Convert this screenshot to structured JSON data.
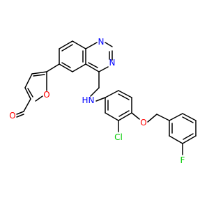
{
  "atom_colors": {
    "C": "#000000",
    "N": "#0000ff",
    "O": "#ff0000",
    "Cl": "#00cc00",
    "F": "#00cc00"
  },
  "labels": {
    "quinazoline_n1": "N",
    "quinazoline_n3": "N",
    "amine_nh": "N",
    "amine_h": "H",
    "furan_o": "O",
    "aldehyde_o": "O",
    "chloro": "Cl",
    "ether_o": "O",
    "fluoro": "F"
  }
}
